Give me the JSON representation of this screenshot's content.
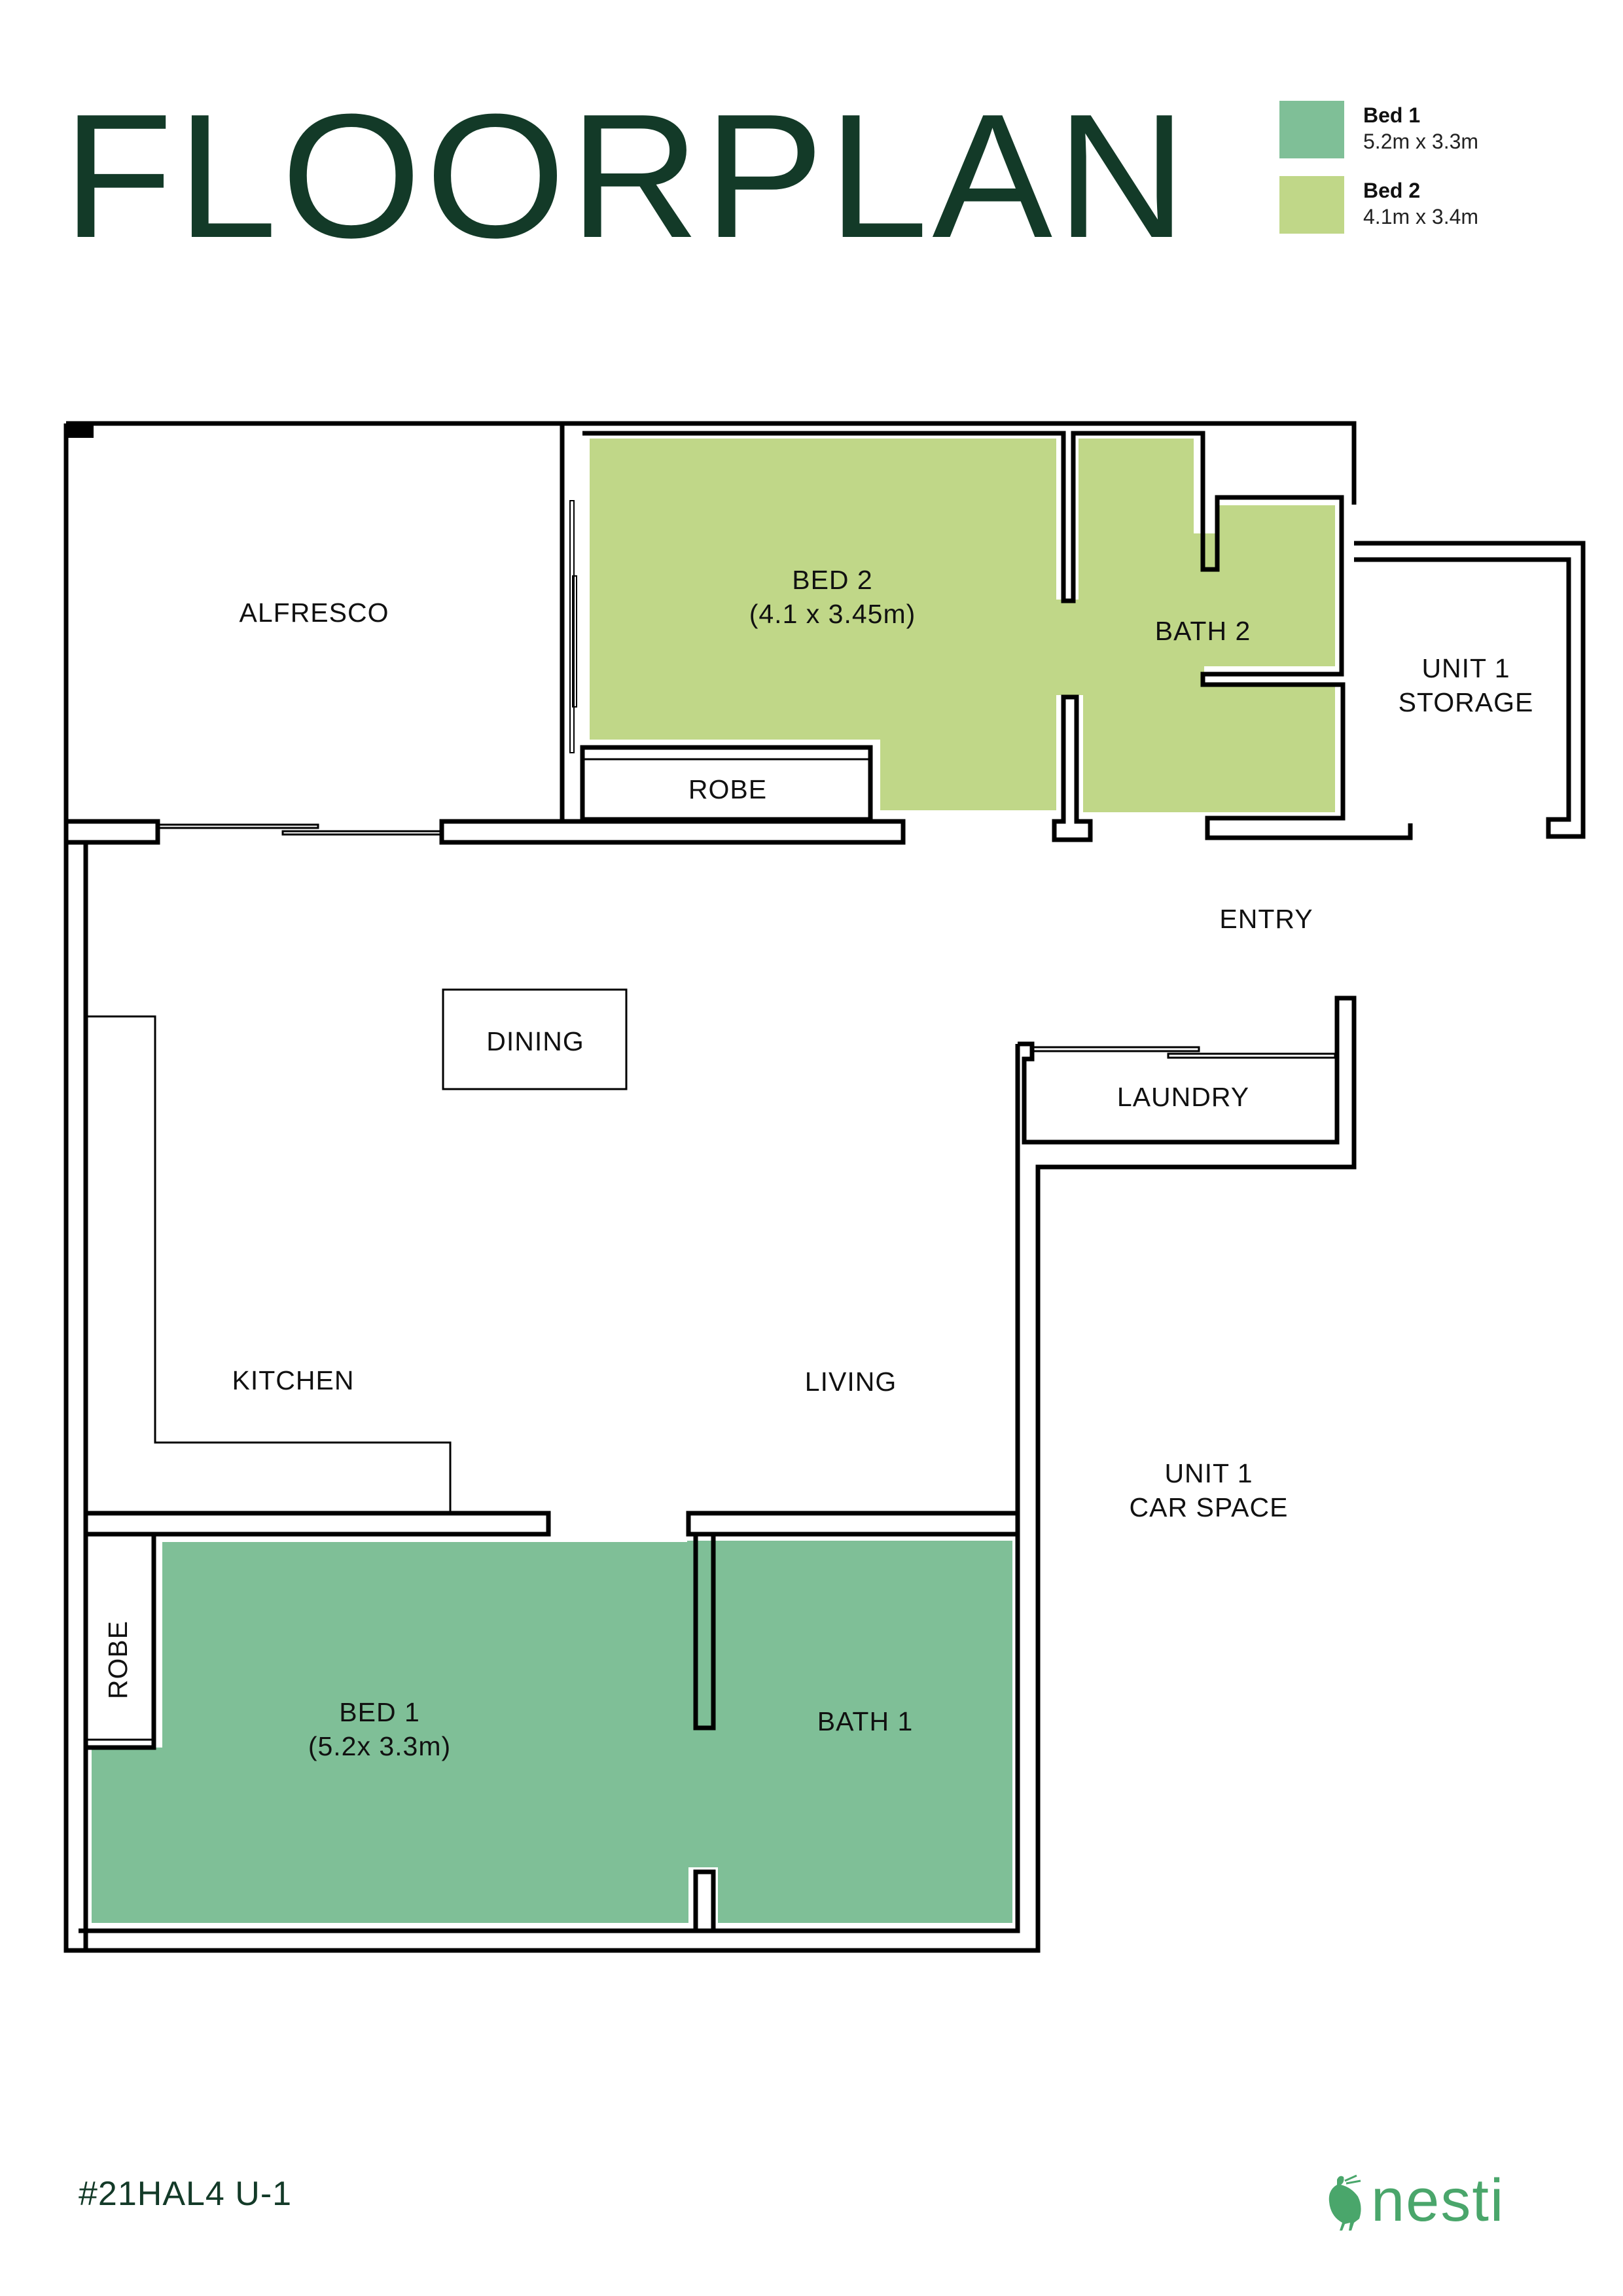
{
  "header": {
    "title": "FLOORPLAN"
  },
  "legend": {
    "items": [
      {
        "name": "Bed 1",
        "size": "5.2m x 3.3m",
        "color": "#7fbf97"
      },
      {
        "name": "Bed 2",
        "size": "4.1m x 3.4m",
        "color": "#c0d788"
      }
    ]
  },
  "rooms": {
    "alfresco": "ALFRESCO",
    "bed2": "BED 2\n(4.1 x 3.45m)",
    "bath2": "BATH 2",
    "robe_top": "ROBE",
    "unit_storage": "UNIT 1\nSTORAGE",
    "entry": "ENTRY",
    "dining": "DINING",
    "laundry": "LAUNDRY",
    "kitchen": "KITCHEN",
    "living": "LIVING",
    "car_space": "UNIT 1\nCAR SPACE",
    "robe_side": "ROBE",
    "bed1": "BED 1\n(5.2x 3.3m)",
    "bath1": "BATH 1"
  },
  "colors": {
    "bed1": "#7fbf97",
    "bed2": "#c0d788",
    "title": "#133a28",
    "brand": "#4aa66b",
    "wall": "#000000"
  },
  "footer": {
    "code": "#21HAL4 U-1",
    "brand": "nesti"
  }
}
